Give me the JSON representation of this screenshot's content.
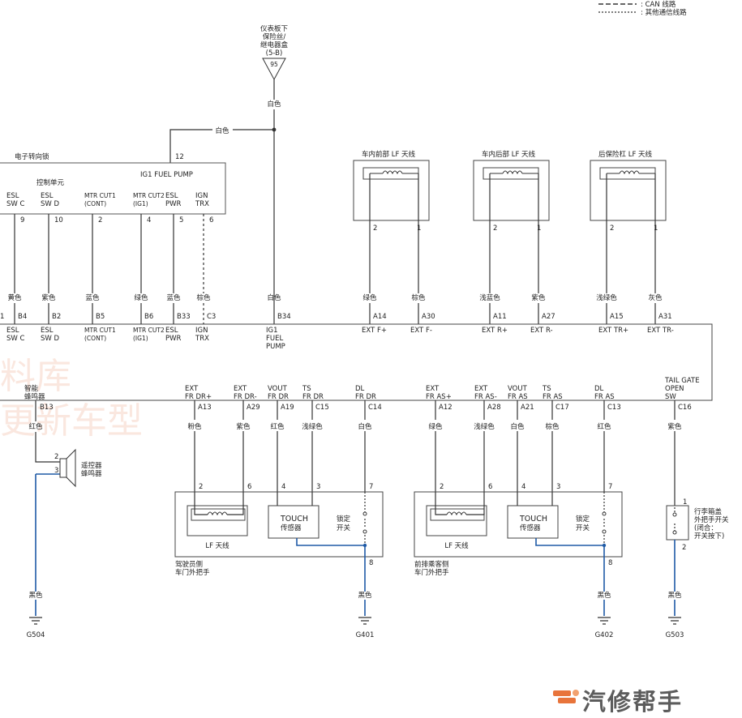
{
  "legend": {
    "can": ": CAN 线路",
    "other": ": 其他通信线路"
  },
  "fuse_box": {
    "line1": "仪表板下",
    "line2": "保险丝/",
    "line3": "继电器盒",
    "line4": "(5-B)",
    "fuse_no": "95"
  },
  "wire_white": "白色",
  "steering_lock": {
    "title": "电子转向锁",
    "control_unit": "控制单元",
    "ig1_label": "IG1 FUEL PUMP",
    "ig1_pin": "12",
    "pins": [
      {
        "n1": "ESL",
        "n2": "SW C",
        "pin": "9"
      },
      {
        "n1": "ESL",
        "n2": "SW D",
        "pin": "10"
      },
      {
        "n1": "MTR CUT1",
        "n2": "(CONT)",
        "pin": "2"
      },
      {
        "n1": "MTR CUT2",
        "n2": "(IG1)",
        "pin": "4"
      },
      {
        "n1": "ESL",
        "n2": "PWR",
        "pin": "5"
      },
      {
        "n1": "IGN",
        "n2": "TRX",
        "pin": "6"
      }
    ]
  },
  "antennas": [
    {
      "title": "车内前部 LF 天线",
      "pin_l": "2",
      "pin_r": "1"
    },
    {
      "title": "车内后部 LF 天线",
      "pin_l": "2",
      "pin_r": "1"
    },
    {
      "title": "后保险杠 LF 天线",
      "pin_l": "2",
      "pin_r": "1"
    }
  ],
  "mid_wires": [
    {
      "color": "黄色",
      "conn": "B4",
      "n1": "ESL",
      "n2": "SW C"
    },
    {
      "color": "紫色",
      "conn": "B2",
      "n1": "ESL",
      "n2": "SW D"
    },
    {
      "color": "蓝色",
      "conn": "B5",
      "n1": "MTR CUT1",
      "n2": "(CONT)"
    },
    {
      "color": "绿色",
      "conn": "B6",
      "n1": "MTR CUT2",
      "n2": "(IG1)"
    },
    {
      "color": "蓝色",
      "conn": "B33",
      "n1": "ESL",
      "n2": "PWR"
    },
    {
      "color": "棕色",
      "conn": "C3",
      "n1": "IGN",
      "n2": "TRX"
    },
    {
      "color": "白色",
      "conn": "B34",
      "n1": "IG1",
      "n2": "FUEL",
      "n3": "PUMP"
    },
    {
      "color": "绿色",
      "conn": "A14",
      "n1": "EXT F+"
    },
    {
      "color": "棕色",
      "conn": "A30",
      "n1": "EXT F-"
    },
    {
      "color": "浅蓝色",
      "conn": "A11",
      "n1": "EXT R+"
    },
    {
      "color": "紫色",
      "conn": "A27",
      "n1": "EXT R-"
    },
    {
      "color": "浅绿色",
      "conn": "A15",
      "n1": "EXT TR+"
    },
    {
      "color": "灰色",
      "conn": "A31",
      "n1": "EXT TR-"
    }
  ],
  "left_edge_conn": "1",
  "bottom_wires": [
    {
      "n1": "EXT",
      "n2": "FR DR+",
      "conn": "A13",
      "color": "粉色"
    },
    {
      "n1": "EXT",
      "n2": "FR DR-",
      "conn": "A29",
      "color": "紫色"
    },
    {
      "n1": "VOUT",
      "n2": "FR DR",
      "conn": "A19",
      "color": "红色"
    },
    {
      "n1": "TS",
      "n2": "FR DR",
      "conn": "C15",
      "color": "浅绿色"
    },
    {
      "n1": "DL",
      "n2": "FR DR",
      "conn": "C14",
      "color": "白色"
    },
    {
      "n1": "EXT",
      "n2": "FR AS+",
      "conn": "A12",
      "color": "绿色"
    },
    {
      "n1": "EXT",
      "n2": "FR AS-",
      "conn": "A28",
      "color": "浅绿色"
    },
    {
      "n1": "VOUT",
      "n2": "FR AS",
      "conn": "A21",
      "color": "白色"
    },
    {
      "n1": "TS",
      "n2": "FR AS",
      "conn": "C17",
      "color": "棕色"
    },
    {
      "n1": "DL",
      "n2": "FR AS",
      "conn": "C13",
      "color": "红色"
    },
    {
      "n1": "TAIL GATE",
      "n2": "OPEN",
      "n3": "SW",
      "conn": "C16",
      "color": "紫色"
    }
  ],
  "buzzer": {
    "l1": "智能",
    "l2": "蜂鸣器",
    "conn": "B13",
    "color": "红色",
    "pin_a": "2",
    "pin_b": "3",
    "name1": "遥控器",
    "name2": "蜂鸣器",
    "ground_color": "黑色",
    "ground": "G504"
  },
  "handles": [
    {
      "pins": [
        "2",
        "6",
        "4",
        "3",
        "7"
      ],
      "lf": "LF 天线",
      "touch1": "TOUCH",
      "touch2": "传感器",
      "lock1": "锁定",
      "lock2": "开关",
      "gnd_pin": "8",
      "name1": "驾驶员侧",
      "name2": "车门外把手",
      "ground_color": "黑色",
      "ground": "G401"
    },
    {
      "pins": [
        "2",
        "6",
        "4",
        "3",
        "7"
      ],
      "lf": "LF 天线",
      "touch1": "TOUCH",
      "touch2": "传感器",
      "lock1": "锁定",
      "lock2": "开关",
      "gnd_pin": "8",
      "name1": "前排乘客侧",
      "name2": "车门外把手",
      "ground_color": "黑色",
      "ground": "G402"
    }
  ],
  "tailgate": {
    "pin_top": "1",
    "pin_bot": "2",
    "l1": "行李箱盖",
    "l2": "外把手开关",
    "l3": "(闭合：",
    "l4": "开关按下)",
    "ground_color": "黑色",
    "ground": "G503"
  },
  "watermark": {
    "w1": "料库",
    "w2": "更新车型"
  },
  "brand": "汽修帮手",
  "colors": {
    "wire": "#333333",
    "ground_wire": "#1f5aa6",
    "brand": "#e8743b"
  }
}
